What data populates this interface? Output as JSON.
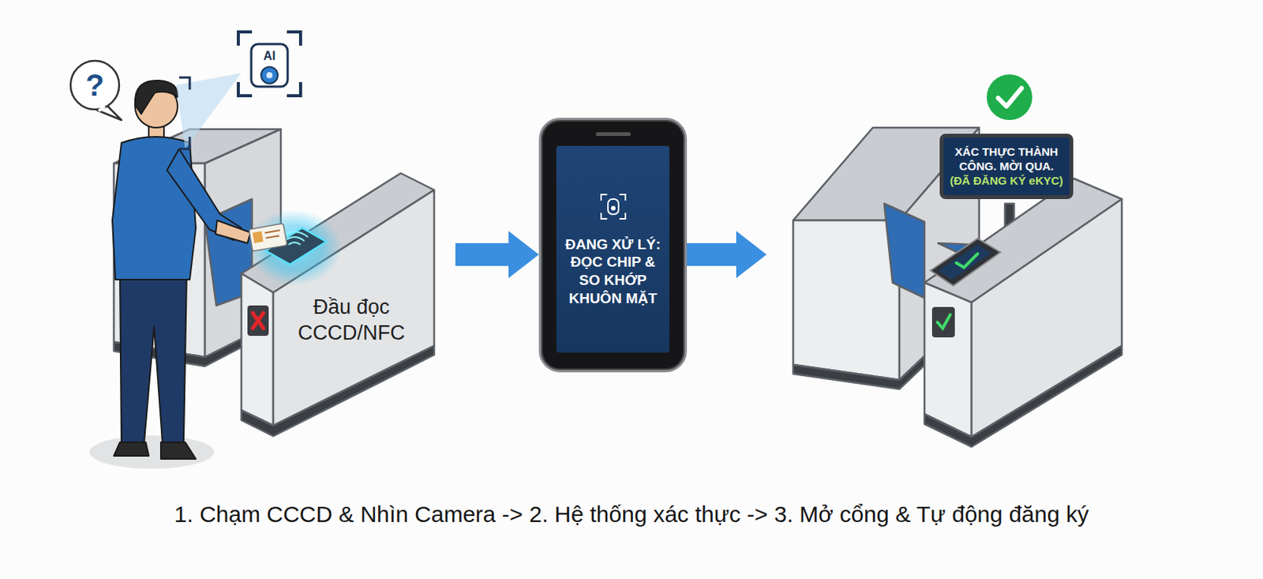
{
  "diagram": {
    "caption": "1. Chạm CCCD & Nhìn Camera -> 2. Hệ thống xác thực -> 3. Mở cổng & Tự động đăng ký",
    "nodes": [
      {
        "text": [
          "Đầu đọc CCCD/NFC"
        ]
      },
      {
        "text": [
          "ĐANG XỬ LÝ: ĐỌC CHIP & SO KHỚP KHUÔN MẶT"
        ]
      },
      {
        "text": [
          "XÁC THỰC THÀNH CÔNG. MỜI QUA.",
          "(ĐÃ ĐĂNG KÝ eKYC)"
        ]
      }
    ],
    "edges": [
      {
        "from": 0,
        "to": 1,
        "arrow": "to"
      },
      {
        "from": 1,
        "to": 2,
        "arrow": "to"
      }
    ],
    "labels": [
      "?",
      "AI"
    ]
  }
}
